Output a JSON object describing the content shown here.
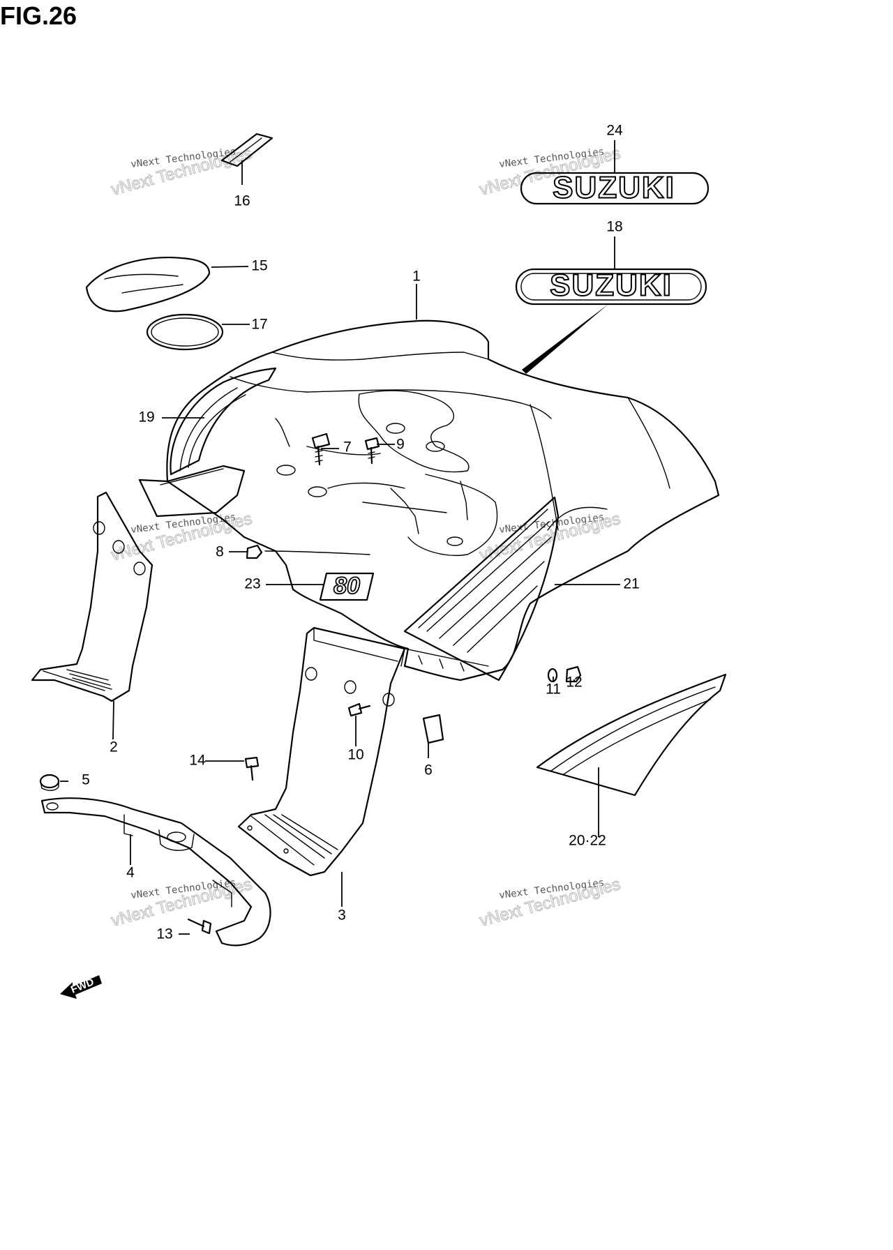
{
  "figure": {
    "title": "FIG.26"
  },
  "callouts": [
    "1",
    "2",
    "3",
    "4",
    "5",
    "6",
    "7",
    "8",
    "9",
    "10",
    "11",
    "12",
    "13",
    "14",
    "15",
    "16",
    "17",
    "18",
    "19",
    "21",
    "23",
    "24",
    "20·22"
  ],
  "decals": {
    "brand_upper": "SUZUKI",
    "brand_lower": "SUZUKI",
    "model_badge": "80"
  },
  "direction_marker": "FWD",
  "watermarks": [
    {
      "line1": "vNext Technologies",
      "line2": "vNext Technologies"
    },
    {
      "line1": "vNext Technologies",
      "line2": "vNext Technologies"
    },
    {
      "line1": "vNext Technologies",
      "line2": "vNext Technologies"
    },
    {
      "line1": "vNext Technologies",
      "line2": "vNext Technologies"
    },
    {
      "line1": "vNext Technologies",
      "line2": "vNext Technologies"
    },
    {
      "line1": "vNext Technologies",
      "line2": "vNext Technologies"
    }
  ]
}
